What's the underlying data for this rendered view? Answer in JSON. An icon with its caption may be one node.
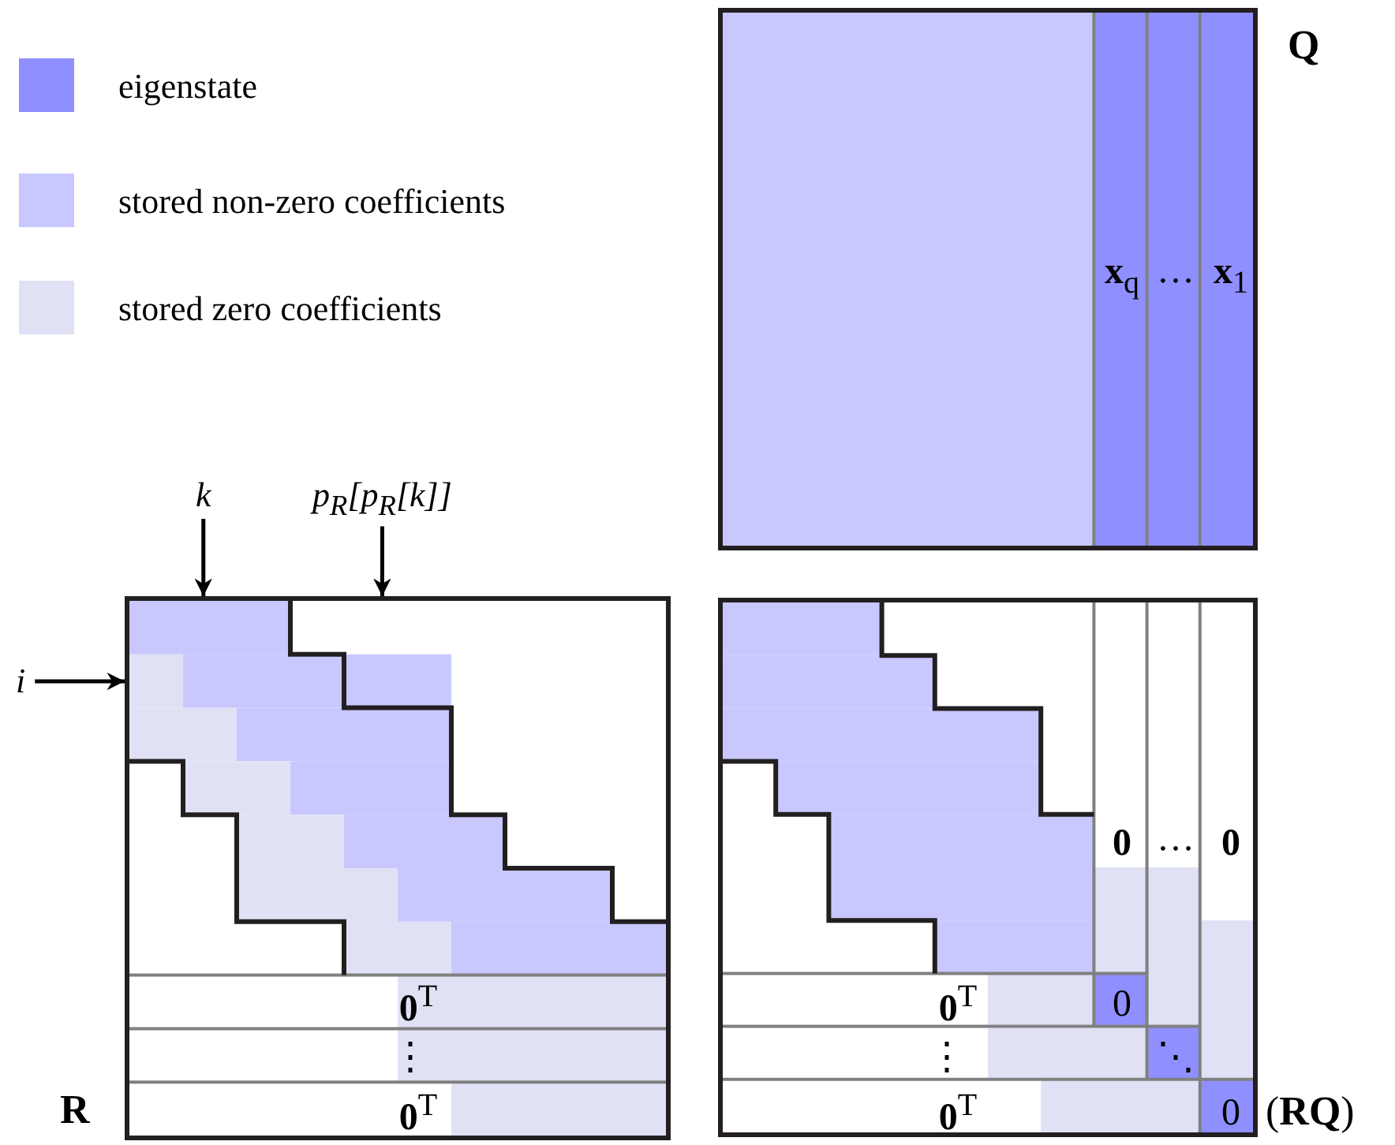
{
  "diagram": {
    "nodes": [
      {
        "text": [
          "Q"
        ]
      },
      {
        "text": [
          "*k*"
        ]
      },
      {
        "text": [
          "*p*$_{R}$[*p*$_{R}$[*k*]]"
        ]
      },
      {
        "text": [
          "*i*"
        ]
      },
      {
        "text": [
          "R"
        ]
      },
      {
        "text": [
          "(**RQ**)"
        ]
      }
    ],
    "edges": [
      {
        "from": 1,
        "to": 4,
        "arrow": "to"
      },
      {
        "from": 2,
        "to": 4,
        "arrow": "to"
      },
      {
        "from": 3,
        "to": 4,
        "arrow": "to"
      }
    ],
    "labels": [
      "**x**$_{q}$",
      "…",
      "**x**$_{1}$",
      "**0**$^{T}$",
      "⋮",
      "**0**$^{T}$",
      "0",
      "…",
      "0",
      "**0**$^{T}$",
      "0",
      "⋮",
      "⋱",
      "**0**$^{T}$",
      "0"
    ],
    "legend": [
      {
        "text": "eigenstate",
        "color": "#8f8fff"
      },
      {
        "text": "stored non-zero coefficients",
        "color": "#c8c8ff"
      },
      {
        "text": "stored zero coefficients",
        "color": "#e1e1f5"
      }
    ]
  }
}
